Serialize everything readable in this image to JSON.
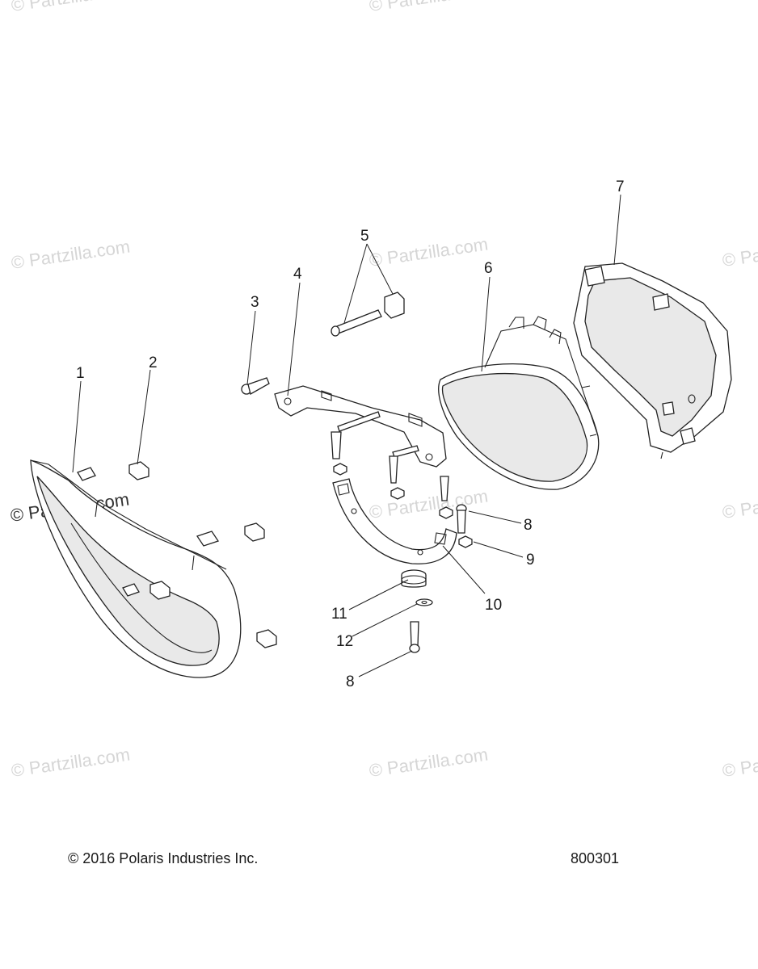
{
  "watermark": {
    "text": "© Partzilla.com",
    "color": "#d6d6d6"
  },
  "callouts": [
    {
      "id": "callout-1",
      "label": "1"
    },
    {
      "id": "callout-2",
      "label": "2"
    },
    {
      "id": "callout-3",
      "label": "3"
    },
    {
      "id": "callout-4",
      "label": "4"
    },
    {
      "id": "callout-5",
      "label": "5"
    },
    {
      "id": "callout-6",
      "label": "6"
    },
    {
      "id": "callout-7",
      "label": "7"
    },
    {
      "id": "callout-8a",
      "label": "8"
    },
    {
      "id": "callout-9",
      "label": "9"
    },
    {
      "id": "callout-10",
      "label": "10"
    },
    {
      "id": "callout-11",
      "label": "11"
    },
    {
      "id": "callout-12",
      "label": "12"
    },
    {
      "id": "callout-8b",
      "label": "8"
    }
  ],
  "footer": {
    "copyright": "© 2016 Polaris Industries Inc.",
    "diagram_id": "800301"
  }
}
